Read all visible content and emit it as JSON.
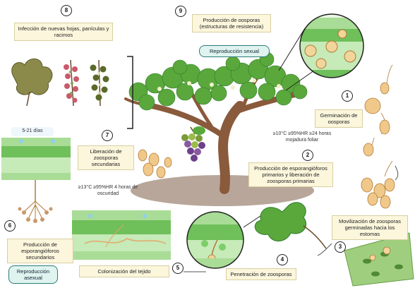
{
  "steps": {
    "s1": {
      "number": "1",
      "label": "Germinación de oosporas"
    },
    "s2": {
      "number": "2",
      "label": "Producción de esporangióforos primarios y liberación de zoosporas primarias"
    },
    "s3": {
      "number": "3",
      "label": "Movilización de zoosporas germinadas hacia los estomas"
    },
    "s4": {
      "number": "4",
      "label": "Penetración de zoosporas"
    },
    "s5": {
      "number": "5",
      "label": "Colonización del tejido"
    },
    "s6": {
      "number": "6",
      "label": "Producción de esporangióforos secundarios"
    },
    "s7": {
      "number": "7",
      "label": "Liberación de zoosporas secundarias"
    },
    "s8": {
      "number": "8",
      "label": "Infección de nuevas hojas, panículas y racimos"
    },
    "s9": {
      "number": "9",
      "label": "Producción de oosporas (estructuras de resistencia)"
    }
  },
  "badges": {
    "sexual": "Reproducción sexual",
    "asexual": "Reproducción asexual"
  },
  "conditions": {
    "primary": "≥10°C ≥95%HR ≥24 horas mojadura foliar",
    "secondary": "≥13°C ≥95%HR 4 horas de oscuridad",
    "incubation": "5-21 días"
  },
  "colors": {
    "leaf": "#5aa83c",
    "leaf_dark": "#2f7a2a",
    "trunk": "#8a5a3c",
    "soil": "#b8a69a",
    "tissue": "#d9f2d0",
    "spore": "#e6b36a",
    "label_bg": "#fbf6dc",
    "badge_border": "#2e7d7a"
  }
}
